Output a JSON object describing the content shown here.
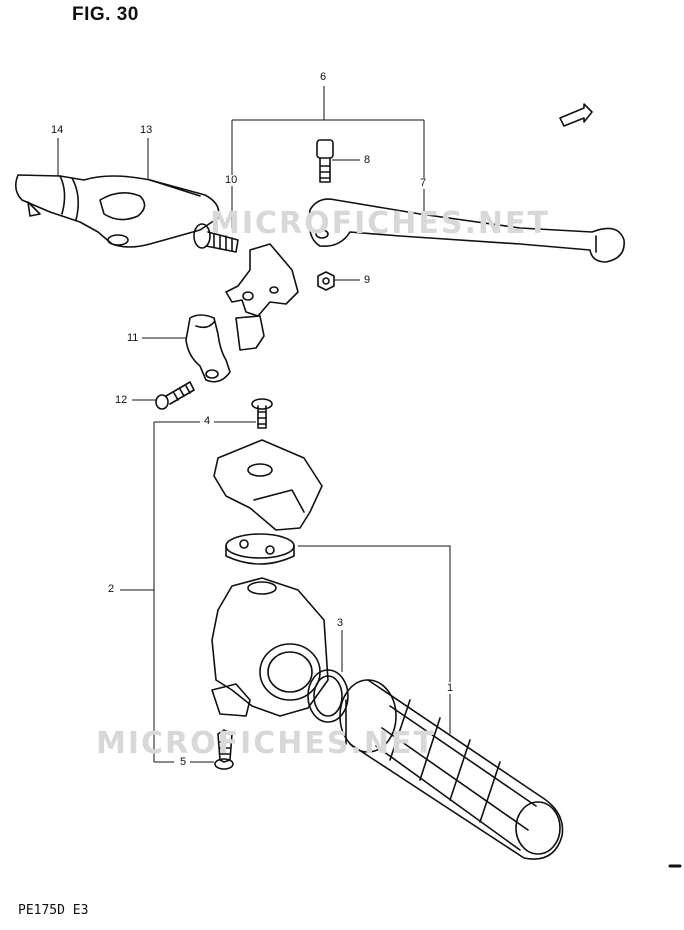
{
  "figure": {
    "title": "FIG. 30",
    "footer": "PE175D E3"
  },
  "watermarks": [
    "MICROFICHES.NET",
    "MICROFICHES.NET"
  ],
  "fwd_marker": {
    "label": "FWD",
    "icon": "forward-arrow-icon"
  },
  "callouts": [
    {
      "id": "c1",
      "label": "1"
    },
    {
      "id": "c2",
      "label": "2"
    },
    {
      "id": "c3",
      "label": "3"
    },
    {
      "id": "c4",
      "label": "4"
    },
    {
      "id": "c5",
      "label": "5"
    },
    {
      "id": "c6",
      "label": "6"
    },
    {
      "id": "c7",
      "label": "7"
    },
    {
      "id": "c8",
      "label": "8"
    },
    {
      "id": "c9",
      "label": "9"
    },
    {
      "id": "c10",
      "label": "10"
    },
    {
      "id": "c11",
      "label": "11"
    },
    {
      "id": "c12",
      "label": "12"
    },
    {
      "id": "c13",
      "label": "13"
    },
    {
      "id": "c14",
      "label": "14"
    }
  ],
  "colors": {
    "ink": "#111111",
    "watermark": "#d8d8d8"
  }
}
